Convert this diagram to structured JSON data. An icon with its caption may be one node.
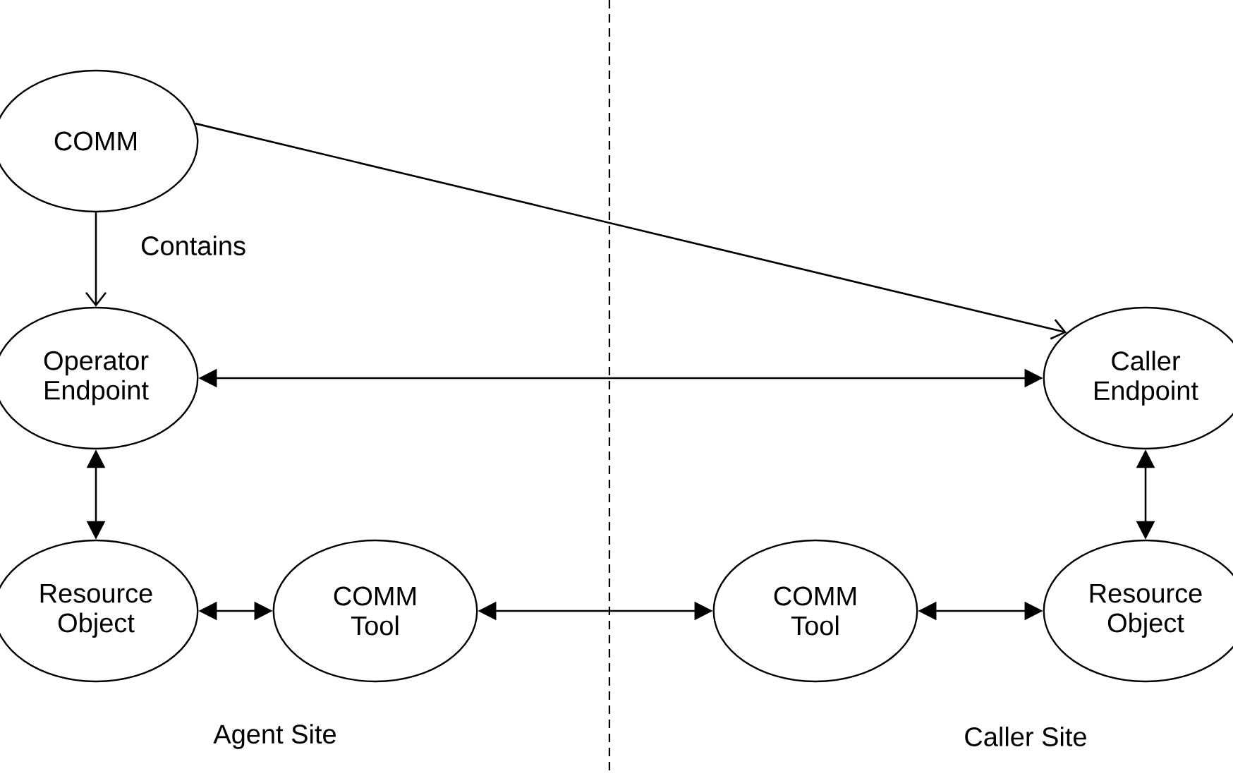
{
  "diagram": {
    "nodes": [
      {
        "text": [
          "COMM"
        ]
      },
      {
        "text": [
          "Operator Endpoint"
        ]
      },
      {
        "text": [
          "Caller Endpoint"
        ]
      },
      {
        "text": [
          "Resource Object"
        ]
      },
      {
        "text": [
          "COMM Tool"
        ]
      },
      {
        "text": [
          "COMM Tool"
        ]
      },
      {
        "text": [
          "Resource Object"
        ]
      }
    ],
    "edges": [
      {
        "from": 0,
        "to": 1,
        "arrow": "to",
        "label": "Contains"
      },
      {
        "from": 0,
        "to": 2,
        "arrow": "to"
      },
      {
        "from": 1,
        "to": 2,
        "arrow": "both"
      },
      {
        "from": 1,
        "to": 3,
        "arrow": "both"
      },
      {
        "from": 2,
        "to": 6,
        "arrow": "both"
      },
      {
        "from": 3,
        "to": 4,
        "arrow": "both"
      },
      {
        "from": 4,
        "to": 5,
        "arrow": "both"
      },
      {
        "from": 5,
        "to": 6,
        "arrow": "both"
      }
    ],
    "labels": [
      "Agent Site",
      "Caller Site"
    ]
  }
}
